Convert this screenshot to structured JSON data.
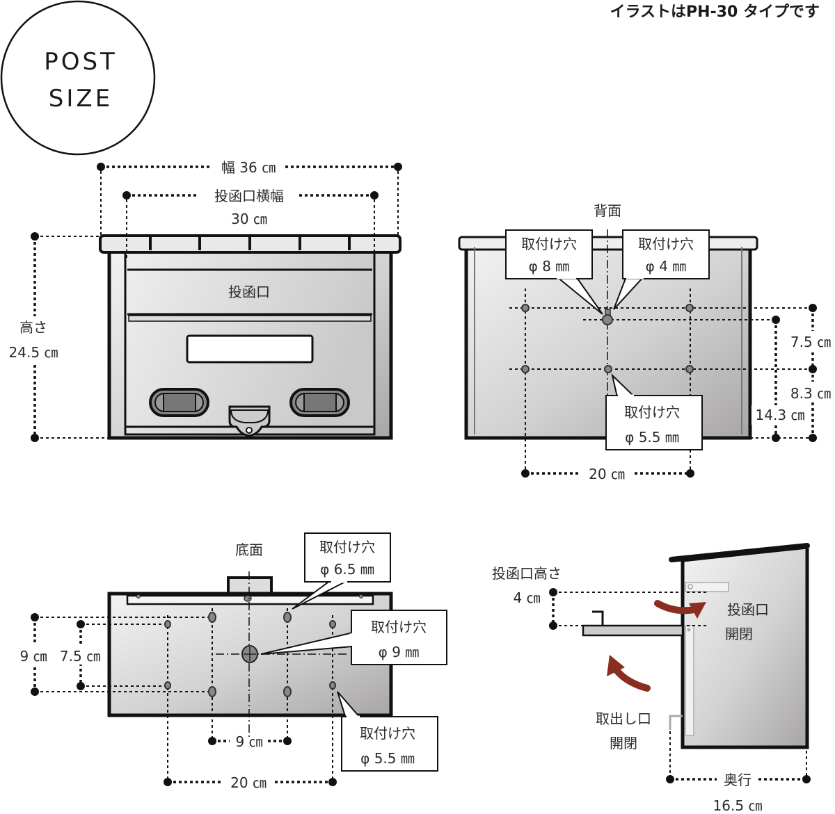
{
  "header": {
    "note": "イラストはPH-30 タイプです",
    "badge_line1": "POST",
    "badge_line2": "SIZE"
  },
  "front_view": {
    "width_label": "幅 36 ㎝",
    "slot_width_label": "投函口横幅",
    "slot_width_value": "30 ㎝",
    "height_label": "高さ",
    "height_value": "24.5 ㎝",
    "slot_label": "投函口"
  },
  "back_view": {
    "title": "背面",
    "callouts": [
      {
        "label": "取付け穴",
        "size": "φ 8 ㎜"
      },
      {
        "label": "取付け穴",
        "size": "φ 4 ㎜"
      },
      {
        "label": "取付け穴",
        "size": "φ 5.5 ㎜"
      }
    ],
    "dim_top_gap": "7.5 ㎝",
    "dim_lower_gap": "8.3 ㎝",
    "dim_keyhole_height": "14.3 ㎝",
    "dim_horizontal": "20 ㎝"
  },
  "bottom_view": {
    "title": "底面",
    "callouts": [
      {
        "label": "取付け穴",
        "size": "φ 6.5 ㎜"
      },
      {
        "label": "取付け穴",
        "size": "φ 9 ㎜"
      },
      {
        "label": "取付け穴",
        "size": "φ 5.5 ㎜"
      }
    ],
    "dim_outer_vertical": "9 ㎝",
    "dim_inner_vertical": "7.5 ㎝",
    "dim_inner_horizontal": "9 ㎝",
    "dim_outer_horizontal": "20 ㎝"
  },
  "side_view": {
    "slot_height_label": "投函口高さ",
    "slot_height_value": "4 ㎝",
    "slot_open_label_1": "投函口",
    "slot_open_label_2": "開閉",
    "takeout_label_1": "取出し口",
    "takeout_label_2": "開閉",
    "depth_label": "奥行",
    "depth_value": "16.5 ㎝"
  },
  "colors": {
    "arrow": "#8b2e22",
    "metal_light": "#f2f2f2",
    "metal_dark": "#a9a6a6"
  }
}
